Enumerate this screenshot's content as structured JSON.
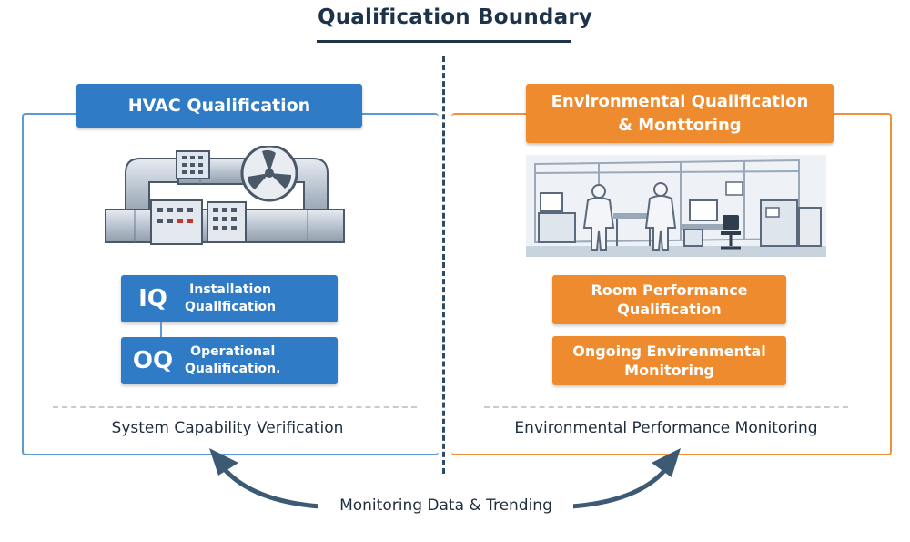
{
  "title": "Qualification Boundary",
  "left": {
    "header": "HVAC Qualification",
    "steps": [
      {
        "abbr": "IQ",
        "label_line1": "Installation",
        "label_line2": "Quallfication"
      },
      {
        "abbr": "OQ",
        "label_line1": "Operational",
        "label_line2": "Qualification."
      }
    ],
    "footer": "System Capability Verification"
  },
  "right": {
    "header_line1": "Environmental Qualification",
    "header_line2": "& Monttoring",
    "steps": [
      {
        "label_line1": "Room Performance",
        "label_line2": "Qualification"
      },
      {
        "label_line1": "Ongoing Envirenmental",
        "label_line2": "Monitoring"
      }
    ],
    "footer": "Environmental Performance Monitoring"
  },
  "bottom_label": "Monitoring Data & Trending",
  "colors": {
    "blue": "#2f7bc6",
    "orange": "#ef8b2f",
    "dark": "#1d3349",
    "arrow": "#3d5a75"
  },
  "icons": [
    "hvac-ductwork-fan-icon",
    "cleanroom-lab-icon",
    "cycle-arrow-icon"
  ]
}
